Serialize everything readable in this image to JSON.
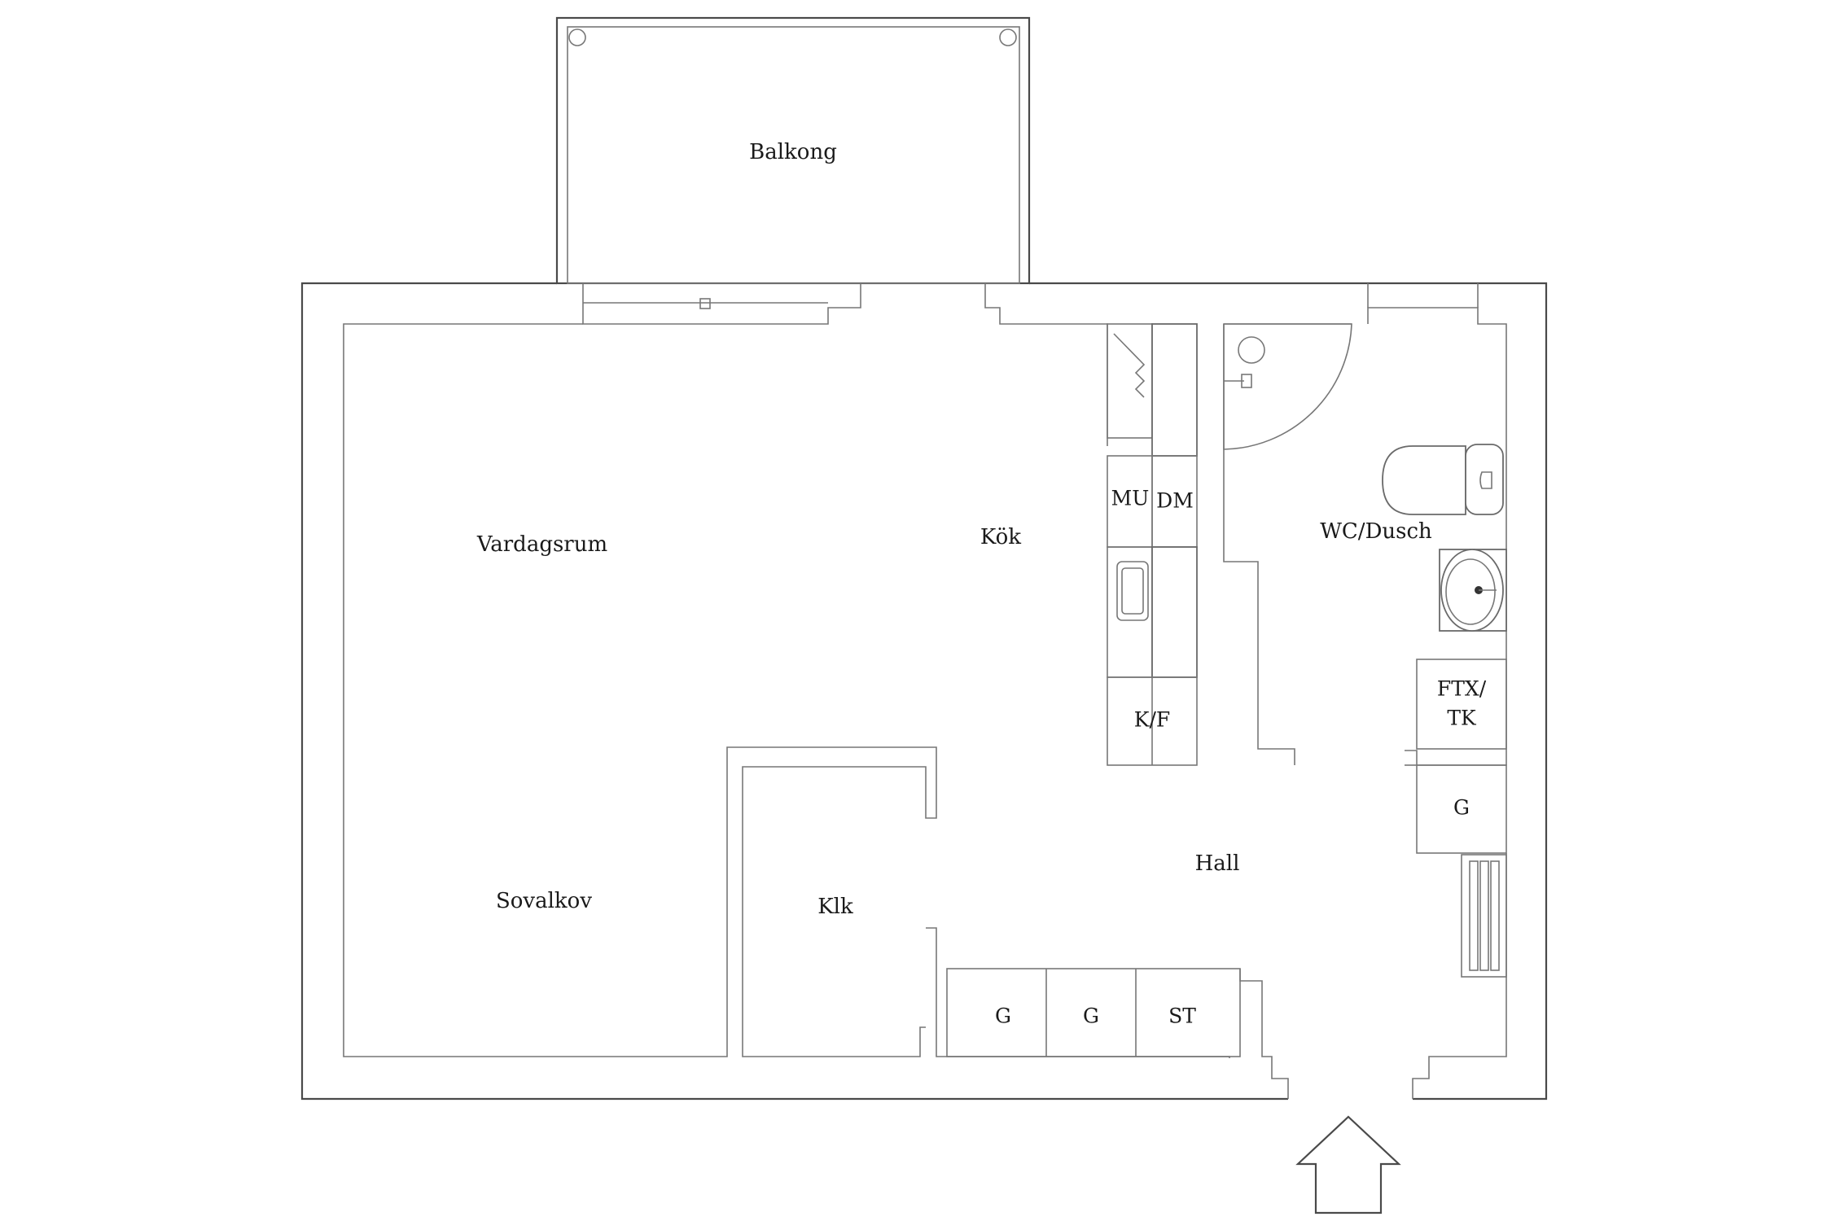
{
  "rooms": {
    "balkong": "Balkong",
    "vardagsrum": "Vardagsrum",
    "kok": "Kök",
    "wc_dusch": "WC/Dusch",
    "sovalkov": "Sovalkov",
    "klk": "Klk",
    "hall": "Hall"
  },
  "fixtures": {
    "mu": "MU",
    "dm": "DM",
    "kf": "K/F",
    "ftx_line1": "FTX/",
    "ftx_line2": "TK",
    "g_hall": "G",
    "g1": "G",
    "g2": "G",
    "st": "ST"
  },
  "icons": {
    "entrance": "entrance-arrow-icon",
    "toilet": "toilet-icon",
    "sink": "sink-icon",
    "shower": "shower-icon",
    "stove": "stove-icon",
    "kitchen_sink": "kitchen-sink-icon",
    "radiator": "radiator-icon"
  },
  "colors": {
    "wall": "#4a4a4a",
    "text": "#1a1a1a",
    "background": "#ffffff"
  }
}
